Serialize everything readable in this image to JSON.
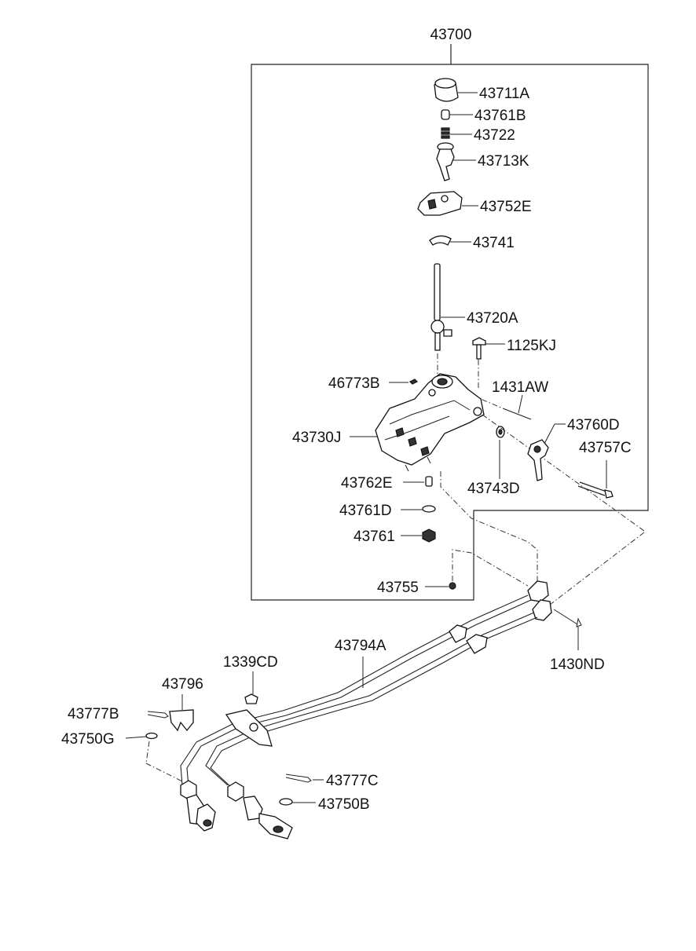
{
  "diagram": {
    "assembly_label": "43700",
    "labels": {
      "l43711A": "43711A",
      "l43761B": "43761B",
      "l43722": "43722",
      "l43713K": "43713K",
      "l43752E": "43752E",
      "l43741": "43741",
      "l43720A": "43720A",
      "l1125KJ": "1125KJ",
      "l46773B": "46773B",
      "l1431AW": "1431AW",
      "l43730J": "43730J",
      "l43760D": "43760D",
      "l43757C": "43757C",
      "l43743D": "43743D",
      "l43762E": "43762E",
      "l43761D": "43761D",
      "l43761": "43761",
      "l43755": "43755",
      "l1430ND": "1430ND",
      "l43794A": "43794A",
      "l1339CD": "1339CD",
      "l43796": "43796",
      "l43777B": "43777B",
      "l43750G": "43750G",
      "l43777C": "43777C",
      "l43750B": "43750B"
    }
  }
}
